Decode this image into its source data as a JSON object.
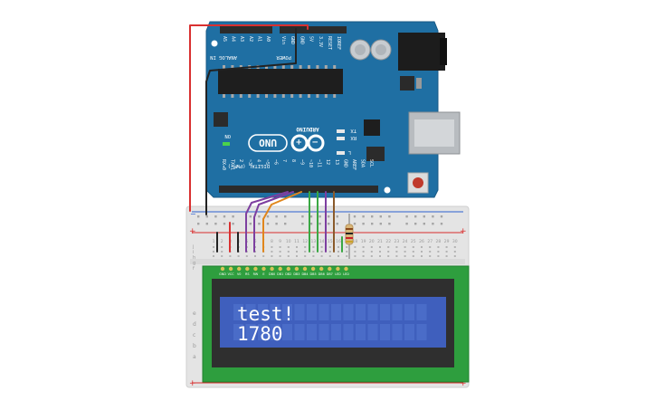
{
  "board": {
    "brand": "ARDUINO",
    "model_logo": "UNO",
    "analog_header_label": "ANALOG IN",
    "power_header_label": "POWER",
    "digital_header_label": "DIGITAL (PWM~)",
    "on_label": "ON",
    "tx_label": "TX",
    "rx_label": "RX",
    "l_label": "L",
    "analog_pins": [
      "A5",
      "A4",
      "A3",
      "A2",
      "A1",
      "A0"
    ],
    "power_pins": [
      "Vin",
      "GND",
      "GND",
      "5V",
      "3.3V",
      "RESET",
      "IOREF"
    ],
    "digital_pins": [
      "RX◂0",
      "TX▸1",
      "2",
      "~3",
      "4",
      "~5",
      "~6",
      "7",
      "8",
      "~9",
      "~10",
      "~11",
      "12",
      "13",
      "GND",
      "AREF",
      "SDA",
      "SCL"
    ]
  },
  "breadboard": {
    "row_letters_top": [
      "j",
      "i",
      "h",
      "g",
      "f"
    ],
    "row_letters_bottom": [
      "e",
      "d",
      "c",
      "b",
      "a"
    ],
    "column_numbers": [
      "1",
      "2",
      "3",
      "4",
      "5",
      "6",
      "7",
      "8",
      "9",
      "10",
      "11",
      "12",
      "13",
      "14",
      "15",
      "16",
      "17",
      "18",
      "19",
      "20",
      "21",
      "22",
      "23",
      "24",
      "25",
      "26",
      "27",
      "28",
      "29",
      "30"
    ]
  },
  "lcd": {
    "line1": "test!",
    "line2": "1780",
    "pin_labels": [
      "GND",
      "VCC",
      "V0",
      "RS",
      "RW",
      "E",
      "DB0",
      "DB1",
      "DB2",
      "DB3",
      "DB4",
      "DB5",
      "DB6",
      "DB7",
      "LED",
      "LED"
    ],
    "colors": {
      "backlight": "#3f5fbd",
      "frame": "#2f2f2f",
      "pcb": "#2e9e3e",
      "text": "#ffffff"
    }
  },
  "colors": {
    "board_blue": "#1f6fa3",
    "breadboard": "#e8e8e8",
    "wire_red": "#d93030",
    "wire_black": "#222222",
    "wire_purple": "#7d3fa0",
    "wire_orange": "#e0861c",
    "wire_green": "#3aa843",
    "wire_brown": "#8a5a2b"
  }
}
